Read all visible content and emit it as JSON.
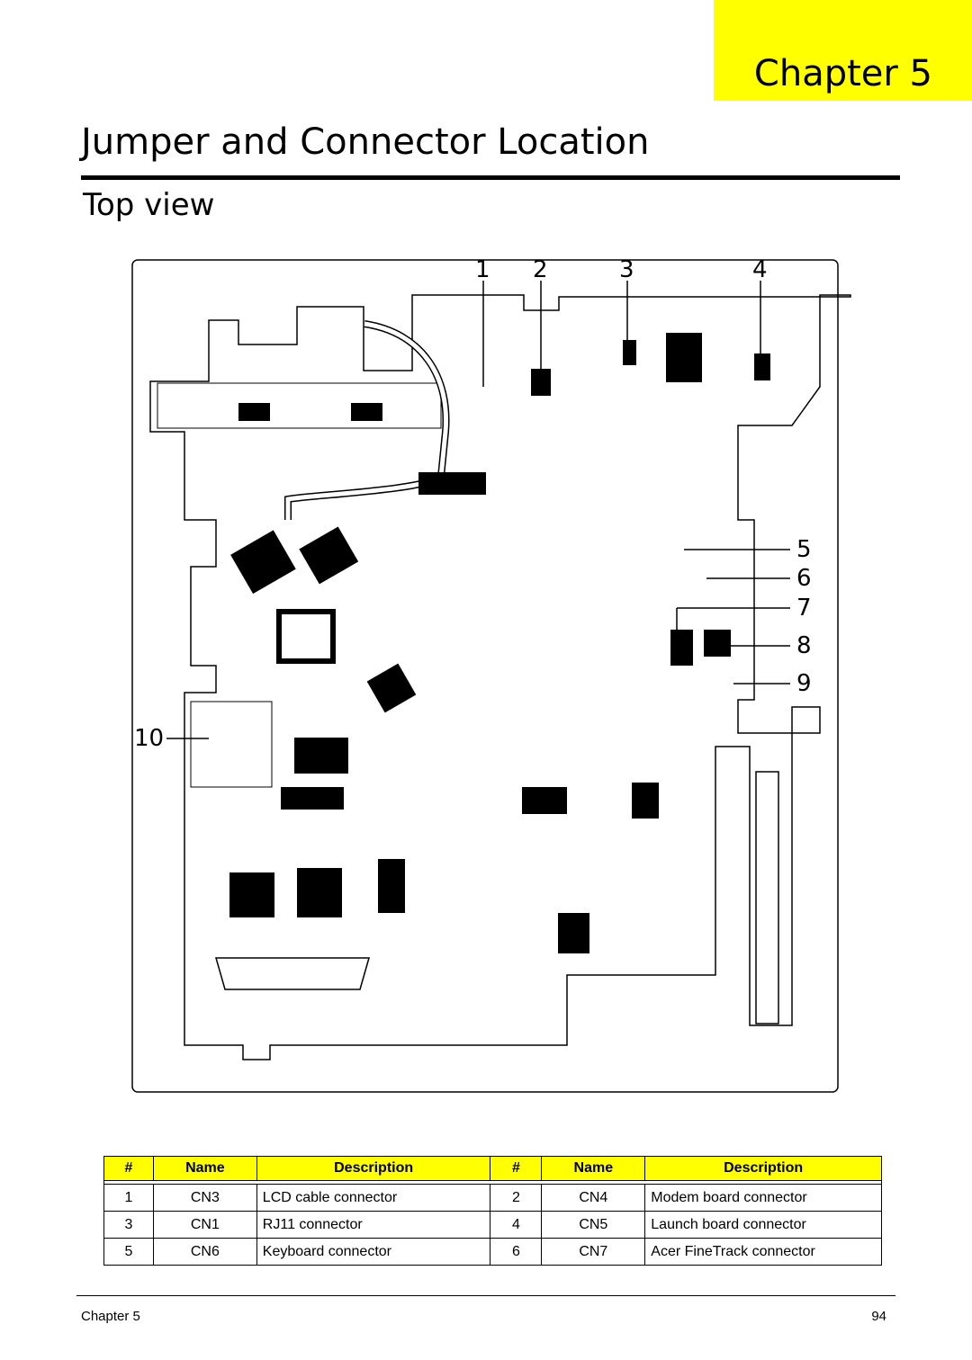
{
  "header": {
    "chapter_tab": "Chapter 5"
  },
  "page": {
    "title": "Jumper and Connector Location",
    "section": "Top view"
  },
  "figure": {
    "callouts": [
      "1",
      "2",
      "3",
      "4",
      "5",
      "6",
      "7",
      "8",
      "9",
      "10"
    ]
  },
  "table": {
    "headers": [
      "#",
      "Name",
      "Description",
      "#",
      "Name",
      "Description"
    ],
    "rows": [
      [
        "1",
        "CN3",
        "LCD cable connector",
        "2",
        "CN4",
        "Modem board connector"
      ],
      [
        "3",
        "CN1",
        "RJ11 connector",
        "4",
        "CN5",
        "Launch board connector"
      ],
      [
        "5",
        "CN6",
        "Keyboard connector",
        "6",
        "CN7",
        "Acer FineTrack connector"
      ]
    ]
  },
  "footer": {
    "left": "Chapter 5",
    "page_number": "94"
  },
  "colors": {
    "accent": "#ffff00",
    "text": "#000000"
  }
}
